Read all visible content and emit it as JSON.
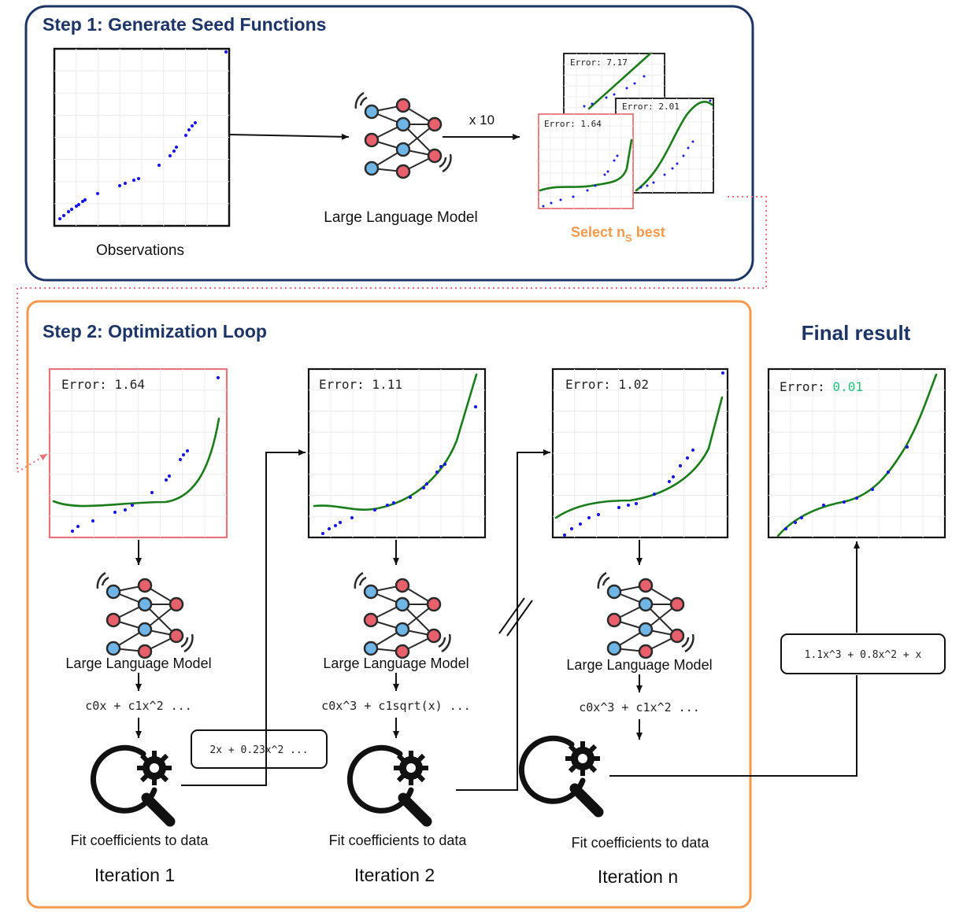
{
  "step1": {
    "title": "Step 1: Generate Seed Functions",
    "observations_label": "Observations",
    "llm_label": "Large Language Model",
    "multiplier_label": "x 10",
    "select_label": "Select n",
    "select_sub": "S",
    "select_suffix": " best",
    "candidate_errors": [
      "Error: 7.17",
      "Error: 2.01",
      "Error: 1.64"
    ]
  },
  "step2": {
    "title": "Step 2: Optimization Loop",
    "iterations": [
      {
        "error": "Error: 1.64",
        "llm_label": "Large Language Model",
        "expression": "c0x + c1x^2 ...",
        "fit_label": "Fit coefficients to data",
        "iteration_label": "Iteration 1"
      },
      {
        "error": "Error: 1.11",
        "llm_label": "Large Language Model",
        "expression": "c0x^3 + c1sqrt(x) ...",
        "fit_label": "Fit coefficients to data",
        "iteration_label": "Iteration 2"
      },
      {
        "error": "Error: 1.02",
        "llm_label": "Large Language Model",
        "expression": "c0x^3 + c1x^2 ...",
        "fit_label": "Fit coefficients to data",
        "iteration_label": "Iteration n"
      }
    ],
    "fitted_expression": "2x + 0.23x^2 ..."
  },
  "final": {
    "title": "Final result",
    "error_prefix": "Error: ",
    "error_value": "0.01",
    "expression": "1.1x^3 + 0.8x^2 + x"
  },
  "colors": {
    "navy": "#1c3566",
    "orange": "#f39a4e",
    "selected_border": "#e8737a",
    "curve": "#1a7d1a",
    "points": "#1a1ae6",
    "good_error": "#21c07a"
  }
}
